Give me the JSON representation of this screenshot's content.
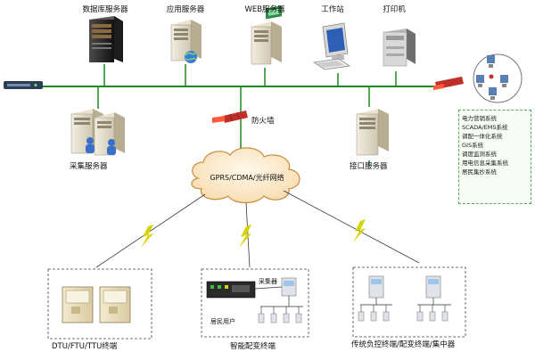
{
  "labels": {
    "db_server": "数据库服务器",
    "app_server": "应用服务器",
    "web_server": "WEB服务器",
    "workstation": "工作站",
    "printer": "打印机",
    "collect_server": "采集服务器",
    "firewall": "防火墙",
    "interface_server": "接口服务器",
    "network": "GPRS/CDMA/光纤网络",
    "group1": "DTU/FTU/TTU终端",
    "collector": "采集器",
    "residents": "居民用户",
    "group2": "智能配变终端",
    "group3": "传统负控终端/配变终端/集中器"
  },
  "systems": [
    "电力营销系统",
    "SCADA/EMS系统",
    "调配一体化系统",
    "GIS系统",
    "调度监测系统",
    "用电信息采集系统",
    "居民集抄系统"
  ],
  "colors": {
    "backbone": "#1e8a1e",
    "firewall": "#c0302a",
    "lightning": "#d4d400",
    "cloud_fill": "#fbe7c8",
    "cloud_stroke": "#c98a3a",
    "panel_border": "#5aaa5a"
  }
}
